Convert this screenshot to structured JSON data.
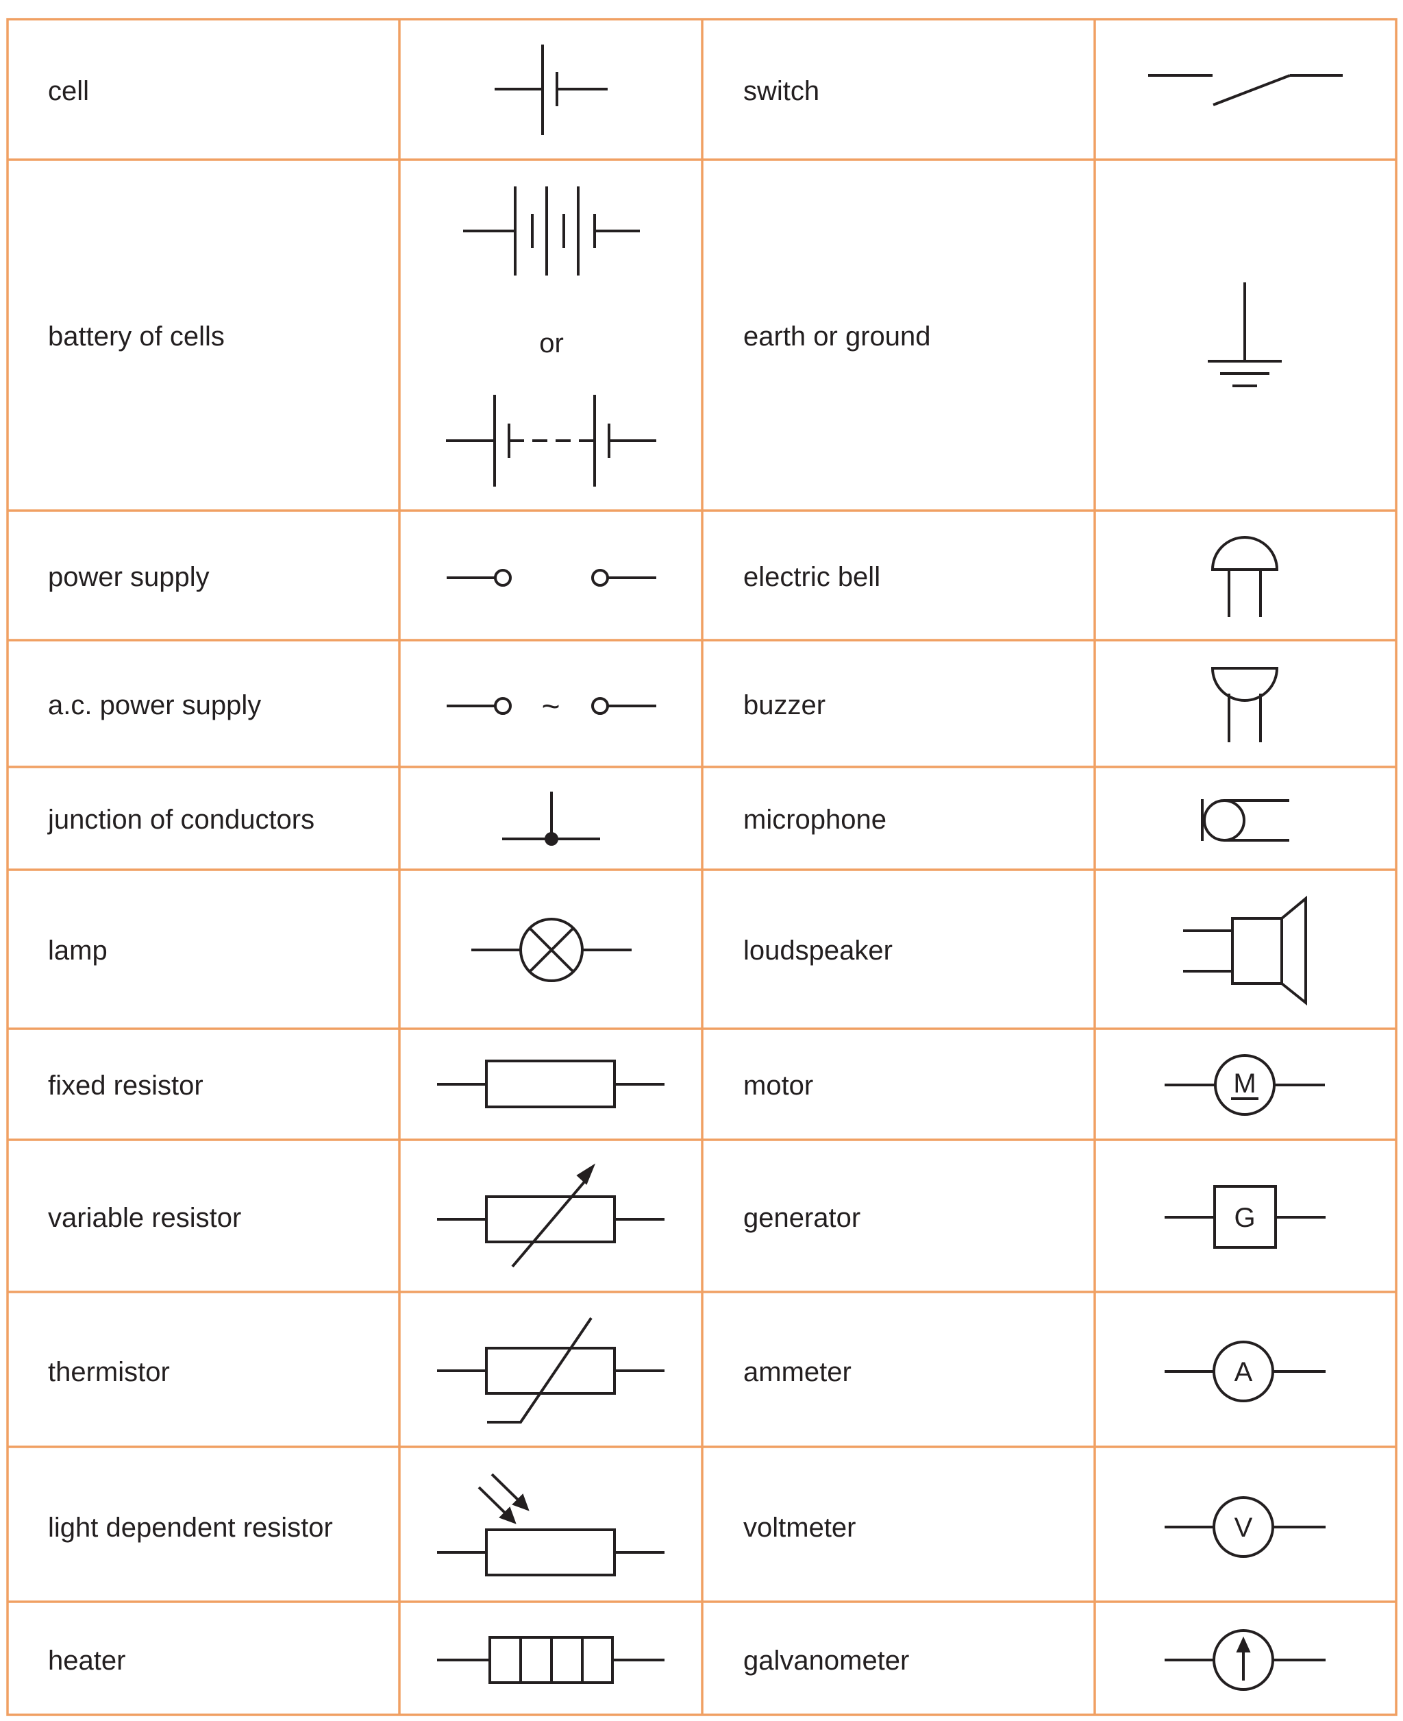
{
  "table": {
    "border_color": "#f0a063",
    "line_color": "#231f20",
    "rows": [
      {
        "left": {
          "name": "cell"
        },
        "right": {
          "name": "switch"
        }
      },
      {
        "left": {
          "name": "battery of cells",
          "alt_text": "or"
        },
        "right": {
          "name": "earth or ground"
        }
      },
      {
        "left": {
          "name": "power supply"
        },
        "right": {
          "name": "electric bell"
        }
      },
      {
        "left": {
          "name": "a.c. power supply",
          "symbol_glyph": "~"
        },
        "right": {
          "name": "buzzer"
        }
      },
      {
        "left": {
          "name": "junction of conductors"
        },
        "right": {
          "name": "microphone"
        }
      },
      {
        "left": {
          "name": "lamp"
        },
        "right": {
          "name": "loudspeaker"
        }
      },
      {
        "left": {
          "name": "fixed resistor"
        },
        "right": {
          "name": "motor",
          "symbol_letter": "M"
        }
      },
      {
        "left": {
          "name": "variable resistor"
        },
        "right": {
          "name": "generator",
          "symbol_letter": "G"
        }
      },
      {
        "left": {
          "name": "thermistor"
        },
        "right": {
          "name": "ammeter",
          "symbol_letter": "A"
        }
      },
      {
        "left": {
          "name": "light dependent resistor"
        },
        "right": {
          "name": "voltmeter",
          "symbol_letter": "V"
        }
      },
      {
        "left": {
          "name": "heater"
        },
        "right": {
          "name": "galvanometer"
        }
      }
    ]
  }
}
